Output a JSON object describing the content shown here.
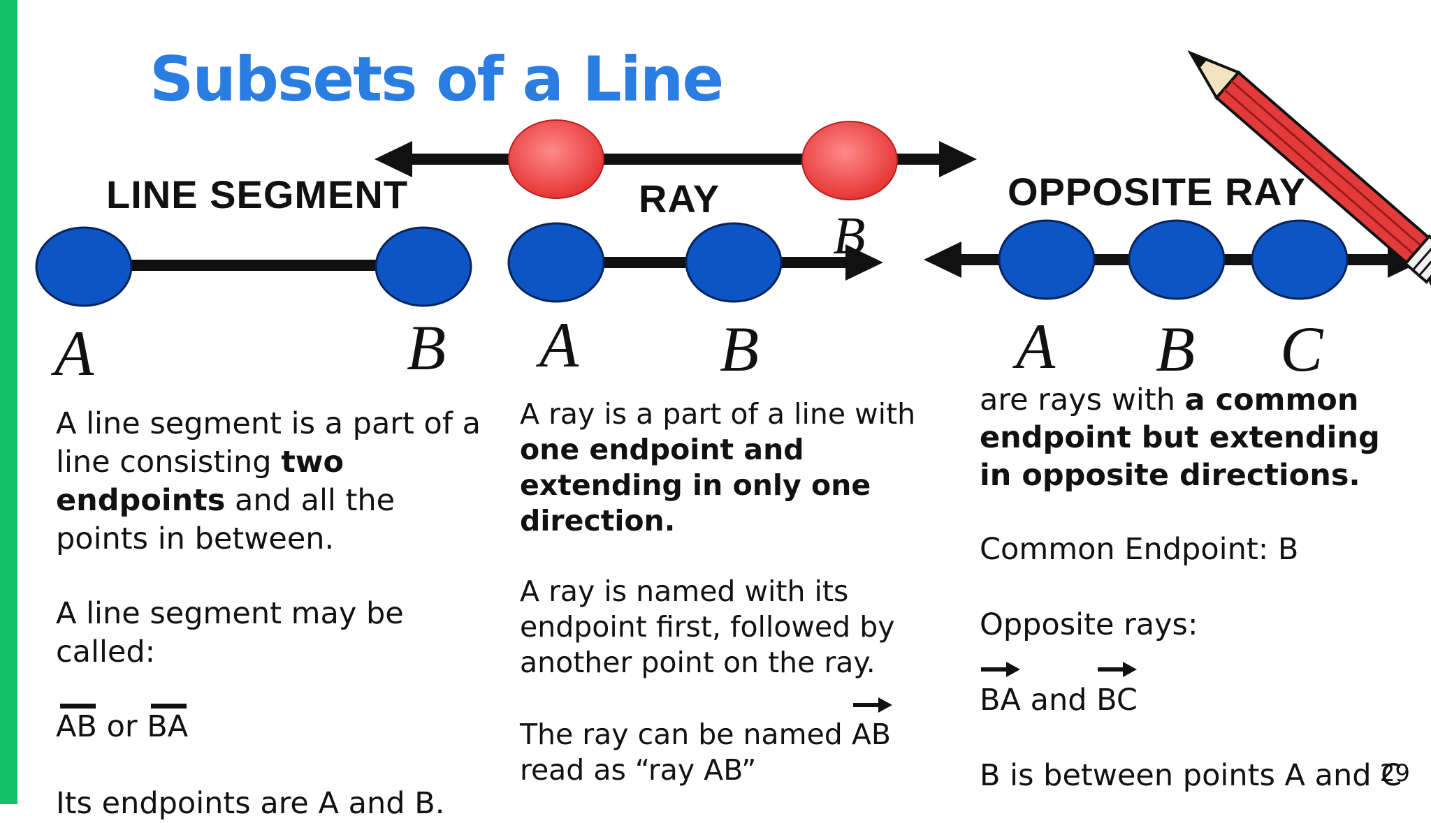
{
  "title": "Subsets of a Line",
  "colors": {
    "accent_bar": "#14c06a",
    "title": "#2a7de1",
    "point_blue": "#0d55c4",
    "point_red": "#ee4444"
  },
  "sections": {
    "line_segment": {
      "heading": "LINE SEGMENT",
      "points": [
        "A",
        "B"
      ],
      "text": {
        "p1_a": "A line segment is a part of a line consisting ",
        "p1_b": "two endpoints",
        "p1_c": " and all the points in between.",
        "p2": "A line segment may be called:",
        "name1": "AB",
        "or": "or",
        "name2": "BA",
        "p4": "Its endpoints are A and B."
      }
    },
    "ray": {
      "heading": "RAY",
      "points": [
        "A",
        "B"
      ],
      "top_line_label": "B",
      "text": {
        "p1_a": "A ray is a part of a line with ",
        "p1_b": "one endpoint and extending in only one direction.",
        "p2": "A ray is named with its endpoint first, followed by another point on the ray.",
        "p3_a": "The ray can be named ",
        "p3_name": "AB",
        "p3_b": " read as “ray AB”"
      }
    },
    "opposite_ray": {
      "heading": "OPPOSITE RAY",
      "points": [
        "A",
        "B",
        "C"
      ],
      "text": {
        "p1_a": "are rays with ",
        "p1_b": "a common endpoint but extending in opposite directions.",
        "p2": "Common Endpoint: B",
        "p3": "Opposite rays:",
        "name1": "BA",
        "and": "and",
        "name2": "BC",
        "p5": "B is between points A and C"
      }
    }
  },
  "page_number": "29",
  "icons": [
    "pencil-icon"
  ]
}
